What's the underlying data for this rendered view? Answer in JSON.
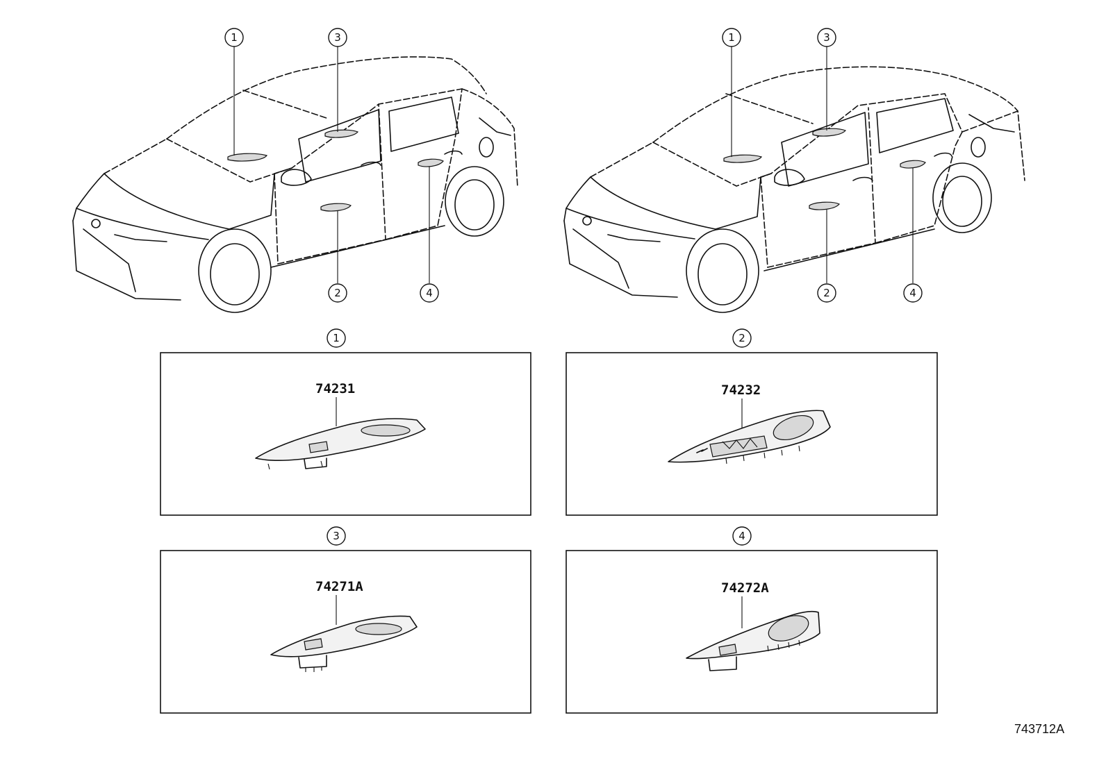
{
  "callouts": [
    "1",
    "2",
    "3",
    "4"
  ],
  "parts": {
    "p1": "74231",
    "p2": "74232",
    "p3": "74271A",
    "p4": "74272A"
  },
  "illustration_id": "743712A",
  "vehicles": [
    "hatchback-vehicle",
    "sedan-vehicle"
  ]
}
